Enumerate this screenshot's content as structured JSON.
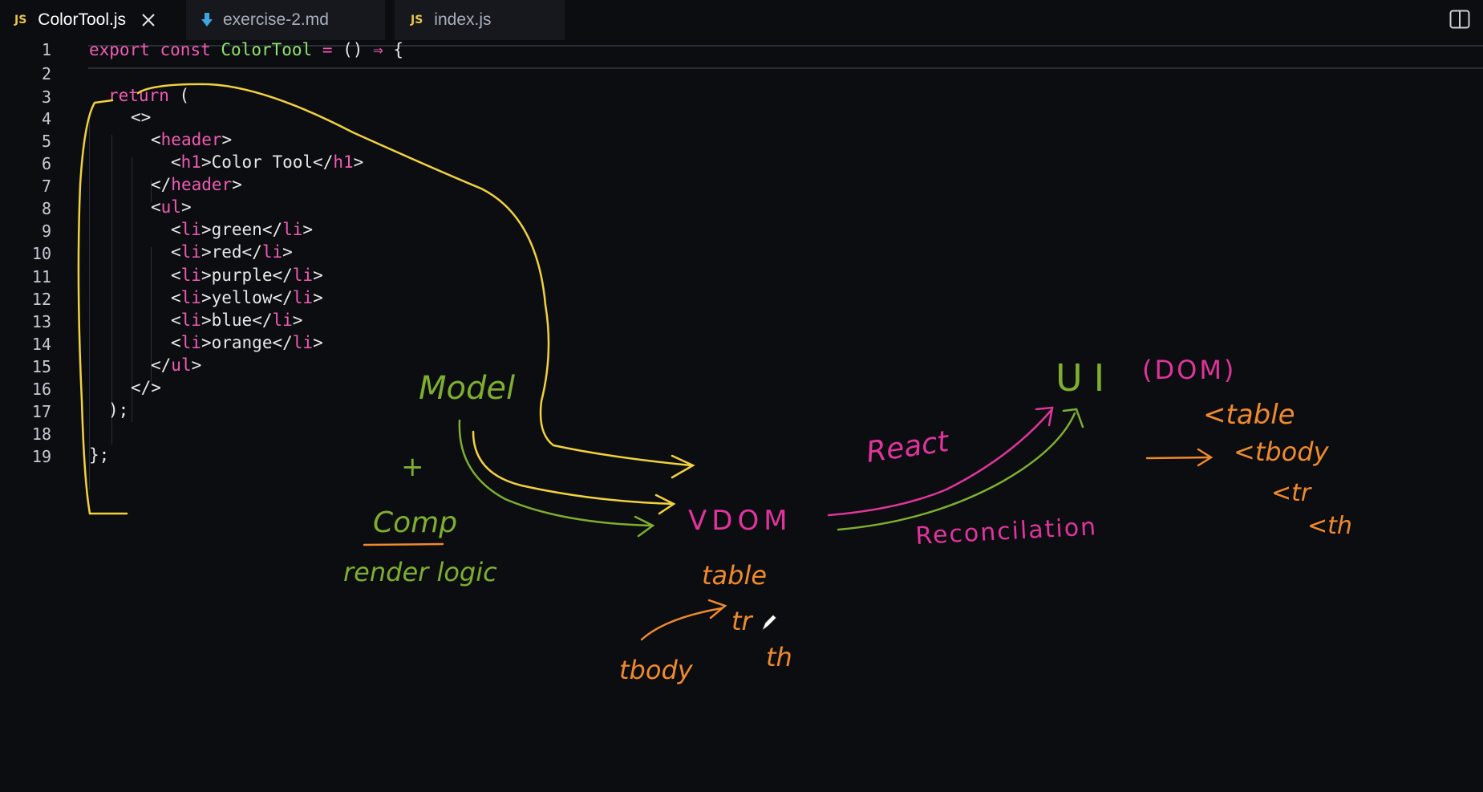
{
  "tabs": [
    {
      "label": "ColorTool.js",
      "icon": "js-icon",
      "badge": "JS",
      "active": true
    },
    {
      "label": "exercise-2.md",
      "icon": "markdown-download-icon",
      "badge": "",
      "active": false
    },
    {
      "label": "index.js",
      "icon": "js-icon",
      "badge": "JS",
      "active": false
    }
  ],
  "colors": {
    "keyword": "#f15bb5",
    "function": "#8ee56a",
    "ink_yellow": "#f2d23c",
    "ink_green": "#7fae2f",
    "ink_pink": "#e0349c",
    "ink_orange": "#f08a2c"
  },
  "code": {
    "line_numbers": [
      "1",
      "2",
      "3",
      "4",
      "5",
      "6",
      "7",
      "8",
      "9",
      "10",
      "11",
      "12",
      "13",
      "14",
      "15",
      "16",
      "17",
      "18",
      "19"
    ],
    "lines": [
      [
        "export",
        "const",
        "ColorTool",
        "=",
        "()",
        "⇒",
        "{"
      ],
      [],
      [
        "return",
        "("
      ],
      [
        "<>"
      ],
      [
        "<",
        "header",
        ">"
      ],
      [
        "<",
        "h1",
        ">",
        "Color Tool",
        "</",
        "h1",
        ">"
      ],
      [
        "</",
        "header",
        ">"
      ],
      [
        "<",
        "ul",
        ">"
      ],
      [
        "<",
        "li",
        ">",
        "green",
        "</",
        "li",
        ">"
      ],
      [
        "<",
        "li",
        ">",
        "red",
        "</",
        "li",
        ">"
      ],
      [
        "<",
        "li",
        ">",
        "purple",
        "</",
        "li",
        ">"
      ],
      [
        "<",
        "li",
        ">",
        "yellow",
        "</",
        "li",
        ">"
      ],
      [
        "<",
        "li",
        ">",
        "blue",
        "</",
        "li",
        ">"
      ],
      [
        "<",
        "li",
        ">",
        "orange",
        "</",
        "li",
        ">"
      ],
      [
        "</",
        "ul",
        ">"
      ],
      [
        "</>"
      ],
      [
        ");"
      ],
      [],
      [
        "};"
      ]
    ]
  },
  "annotations": {
    "model": "Model",
    "plus": "+",
    "comp": "Comp",
    "render_logic": "render logic",
    "vdom": "VDOM",
    "table": "table",
    "tr": "tr",
    "tbody": "tbody",
    "th": "th",
    "react": "React",
    "reconcilation": "Reconcilation",
    "ui": "UI",
    "dom": "(DOM)",
    "lt_table": "<table",
    "lt_tbody": "<tbody",
    "lt_tr": "<tr",
    "lt_th": "<th"
  }
}
